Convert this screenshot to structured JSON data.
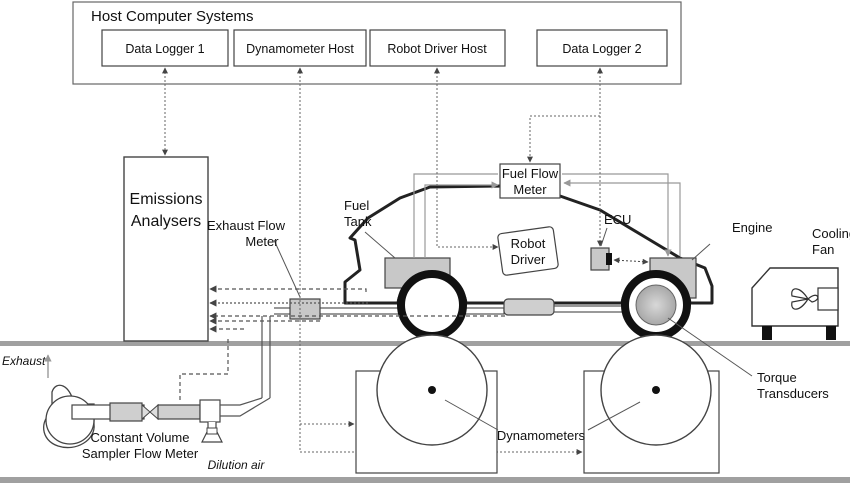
{
  "host": {
    "title": "Host Computer Systems",
    "boxes": [
      "Data Logger 1",
      "Dynamometer Host",
      "Robot Driver Host",
      "Data Logger 2"
    ]
  },
  "labels": {
    "emissions_1": "Emissions",
    "emissions_2": "Analysers",
    "exhaust_flow_1": "Exhaust Flow",
    "exhaust_flow_2": "Meter",
    "fuel_flow_1": "Fuel Flow",
    "fuel_flow_2": "Meter",
    "fuel_tank_1": "Fuel",
    "fuel_tank_2": "Tank",
    "robot_1": "Robot",
    "robot_2": "Driver",
    "ecu": "ECU",
    "engine": "Engine",
    "cooling_1": "Cooling",
    "cooling_2": "Fan",
    "exhaust": "Exhaust",
    "cvs_1": "Constant Volume",
    "cvs_2": "Sampler Flow Meter",
    "dilution": "Dilution air",
    "dynamometers": "Dynamometers",
    "torque_1": "Torque",
    "torque_2": "Transducers"
  },
  "colors": {
    "line": "#333333",
    "gray_box": "#c8c8c8",
    "floor": "#999999",
    "dashed": "#555555",
    "light_signal": "#aaaaaa"
  }
}
